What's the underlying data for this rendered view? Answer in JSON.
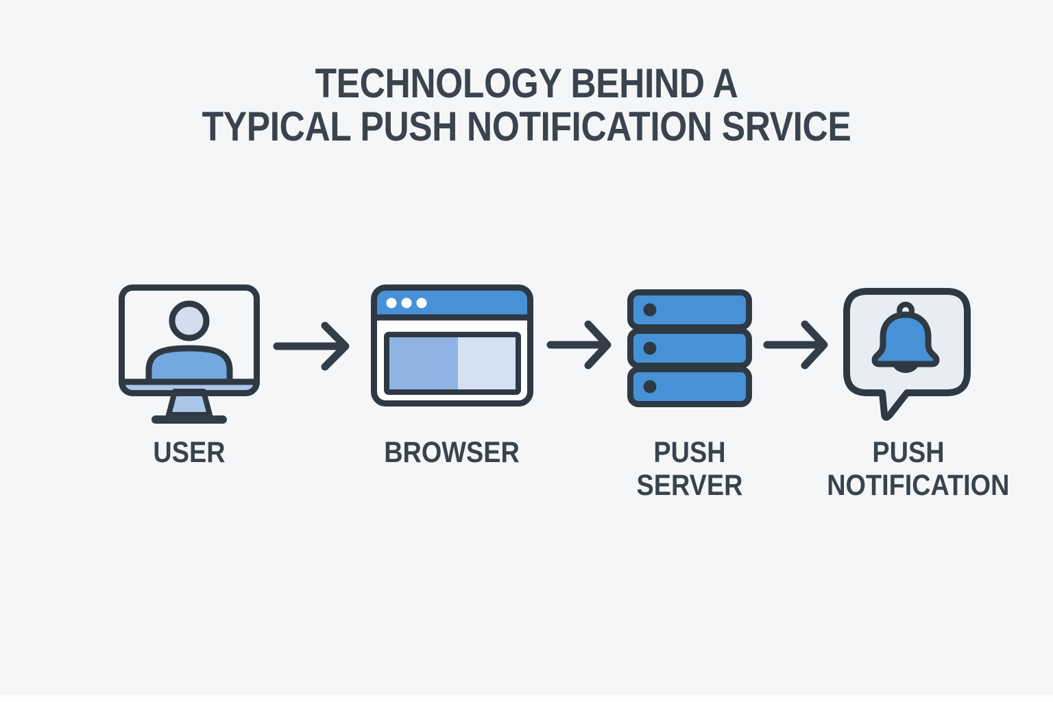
{
  "title": {
    "line1": "TECHNOLOGY BEHIND A",
    "line2": "TYPICAL PUSH NOTIFICATION SRVICE"
  },
  "flow": {
    "nodes": [
      {
        "id": "user",
        "icon": "user-on-monitor-icon",
        "label_lines": [
          "USER"
        ]
      },
      {
        "id": "browser",
        "icon": "browser-window-icon",
        "label_lines": [
          "BROWSER"
        ]
      },
      {
        "id": "push-server",
        "icon": "server-stack-icon",
        "label_lines": [
          "PUSH",
          "SERVER"
        ]
      },
      {
        "id": "push-notification",
        "icon": "notification-bell-bubble-icon",
        "label_lines": [
          "PUSH",
          "NOTIFICATION"
        ]
      }
    ],
    "connectors": [
      {
        "icon": "arrow-right-icon",
        "from": "user",
        "to": "browser"
      },
      {
        "icon": "arrow-right-icon",
        "from": "browser",
        "to": "push-server"
      },
      {
        "icon": "arrow-right-icon",
        "from": "push-server",
        "to": "push-notification"
      }
    ]
  },
  "colors": {
    "background": "#f4f6f8",
    "outline": "#2e3944",
    "title_text": "#3a434e",
    "label_text": "#39434e",
    "arrow": "#323d48",
    "accent_blue": "#4792d6",
    "mid_blue": "#8fb4e4",
    "light_blue": "#a9c6e8",
    "pale_blue": "#d3e1f2",
    "bubble_fill": "#e8edf3",
    "head_fill": "#d3ddee",
    "body_blue": "#74a9e0",
    "dot_white": "#ffffff"
  }
}
